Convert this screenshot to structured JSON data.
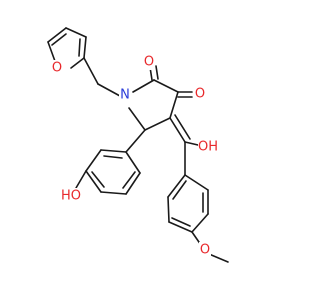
{
  "colors": {
    "bond": "#1a1a1a",
    "oxygen": "#e8282b",
    "nitrogen": "#2b3cd9",
    "background": "#ffffff"
  },
  "atom_labels": {
    "furan_o": "O",
    "ketone_o1": "O",
    "ketone_o2": "O",
    "ring_n": "N",
    "enol_oh": "OH",
    "phenol_oh": "HO",
    "methoxy_o": "O"
  }
}
